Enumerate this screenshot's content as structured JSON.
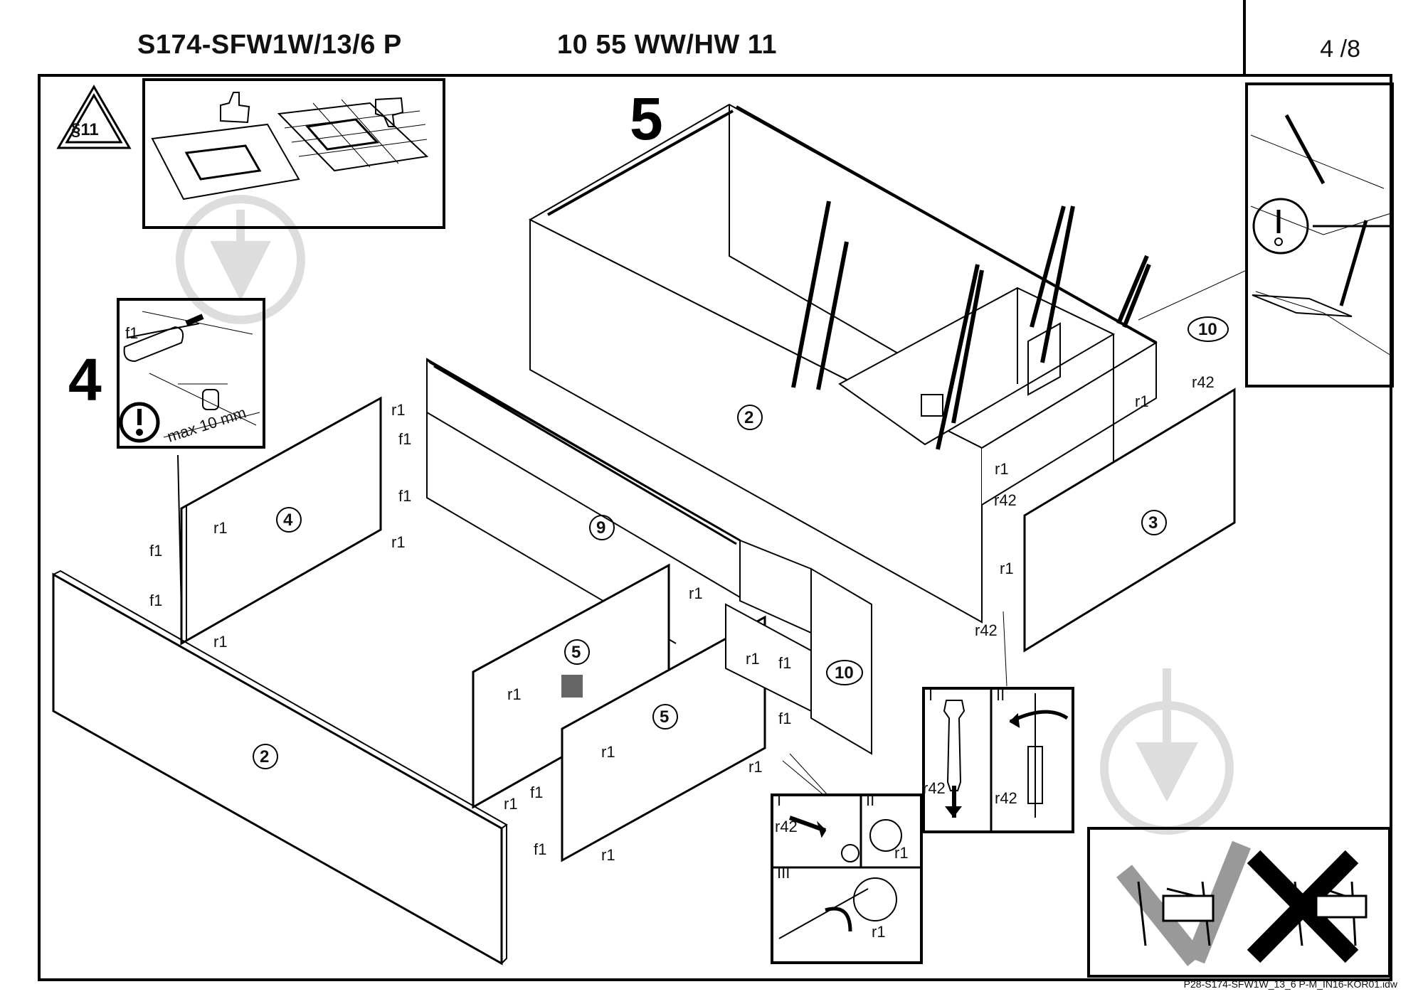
{
  "header": {
    "model_code": "S174-SFW1W/13/6 P",
    "variant_code": "10 55 WW/HW 11",
    "page": "4 /8"
  },
  "footer": {
    "file_ref": "P28-S174-SFW1W_13_6 P-M_IN16-KOR01.idw"
  },
  "warning_sign": {
    "text": "§11"
  },
  "steps": {
    "step_a": "4",
    "step_b": "5"
  },
  "parts": {
    "top_panel": "2",
    "front_panel": "2",
    "side_right": "3",
    "side_left": "4",
    "divider_a": "5",
    "divider_b": "5",
    "back_panel": "9",
    "strip_a": "10",
    "strip_b": "10"
  },
  "fittings": {
    "dowel": "f1",
    "cam": "r1",
    "bolt": "r42"
  },
  "detail_4": {
    "limit": "max 10 mm"
  },
  "detail_bolt": {
    "step1": "I",
    "step2": "II",
    "step3": "III"
  },
  "icons": [
    "warning-triangle-icon",
    "thumbs-up-icon",
    "thumbs-down-icon",
    "attention-icon",
    "two-person-carry-icon",
    "check-mark-icon",
    "cross-mark-icon",
    "watermark-icon"
  ]
}
